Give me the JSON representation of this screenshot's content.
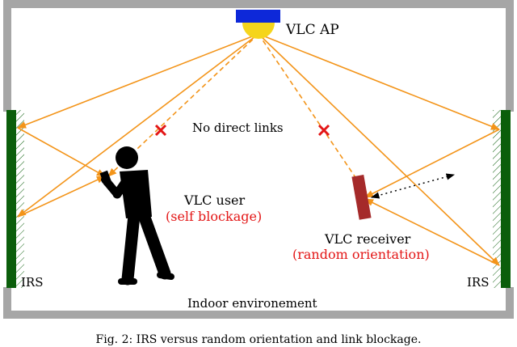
{
  "labels": {
    "access_point": "VLC AP",
    "no_direct_links": "No direct links",
    "vlc_user": "VLC user",
    "self_blockage": "(self blockage)",
    "vlc_receiver": "VLC receiver",
    "random_orientation": "(random orientation)",
    "irs_left": "IRS",
    "irs_right": "IRS",
    "environment": "Indoor environement"
  },
  "caption": "Fig. 2: IRS versus random orientation and link blockage.",
  "colors": {
    "walls": "#a6a6a6",
    "irs": "#0b5e0b",
    "rays": "#f39419",
    "blocked": "#e31616",
    "lamp_fixture": "#0d28d9",
    "lamp_bulb": "#f5d51c",
    "receiver": "#a52a2a",
    "person": "#000000",
    "accent_text": "#e31616"
  }
}
